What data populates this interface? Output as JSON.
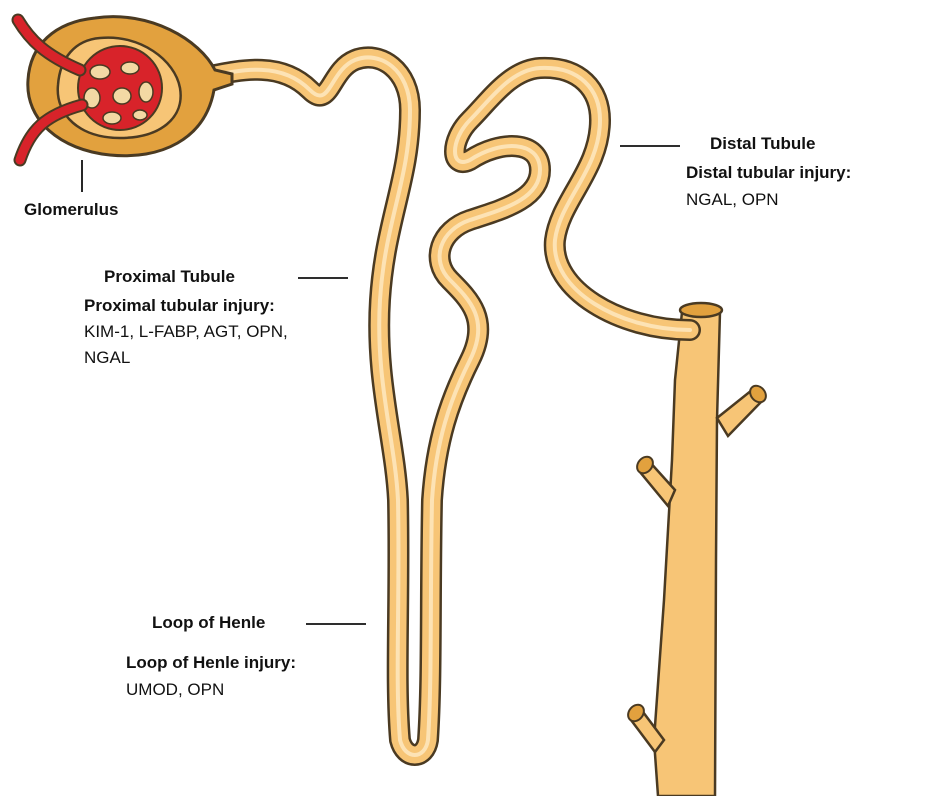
{
  "labels": {
    "glomerulus": "Glomerulus",
    "proximal": {
      "title": "Proximal Tubule",
      "injury_heading": "Proximal tubular injury:",
      "markers_line1": "KIM-1, L-FABP, AGT, OPN,",
      "markers_line2": "NGAL"
    },
    "distal": {
      "title": "Distal Tubule",
      "injury_heading": "Distal tubular injury:",
      "markers": "NGAL, OPN"
    },
    "henle": {
      "title": "Loop of Henle",
      "injury_heading": "Loop of Henle injury:",
      "markers": "UMOD, OPN"
    }
  },
  "colors": {
    "tubule_fill": "#f7c576",
    "capsule_fill": "#e2a13e",
    "vessel_red": "#d8232a",
    "outline": "#4a3a22"
  }
}
